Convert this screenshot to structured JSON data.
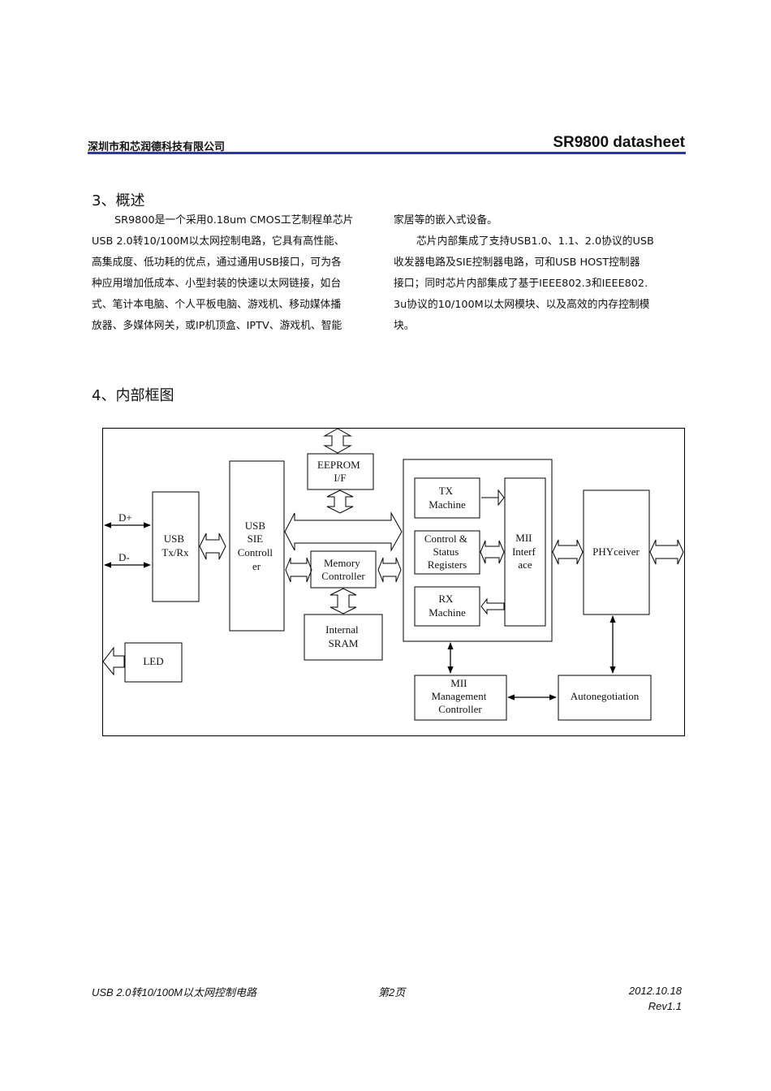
{
  "header": {
    "company": "深圳市和芯润德科技有限公司",
    "title": "SR9800 datasheet"
  },
  "section3": {
    "heading": "3、概述",
    "left_lines": [
      "SR9800是一个采用0.18um CMOS工艺制程单芯片",
      "USB 2.0转10/100M以太网控制电路，它具有高性能、",
      "高集成度、低功耗的优点，通过通用USB接口，可为各",
      "种应用增加低成本、小型封装的快速以太网链接，如台",
      "式、笔计本电脑、个人平板电脑、游戏机、移动媒体播",
      "放器、多媒体网关，或IP机顶盒、IPTV、游戏机、智能"
    ],
    "right_lines": [
      "家居等的嵌入式设备。",
      "芯片内部集成了支持USB1.0、1.1、2.0协议的USB",
      "收发器电路及SIE控制器电路，可和USB HOST控制器",
      "接口；同时芯片内部集成了基于IEEE802.3和IEEE802.",
      "3u协议的10/100M以太网模块、以及高效的内存控制模",
      "块。"
    ]
  },
  "section4": {
    "heading": "4、内部框图"
  },
  "diagram": {
    "pin_dplus": "D+",
    "pin_dminus": "D-",
    "usb_txrx": [
      "USB",
      "Tx/Rx"
    ],
    "usb_sie": [
      "USB",
      "SIE",
      "Controll",
      "er"
    ],
    "eeprom": [
      "EEPROM",
      "I/F"
    ],
    "memory": [
      "Memory",
      "Controller"
    ],
    "sram": [
      "Internal",
      "SRAM"
    ],
    "tx": [
      "TX",
      "Machine"
    ],
    "control": [
      "Control &",
      "Status",
      "Registers"
    ],
    "rx": [
      "RX",
      "Machine"
    ],
    "mii_if": [
      "MII",
      "Interf",
      "ace"
    ],
    "phy": "PHYceiver",
    "led": "LED",
    "mii_mgmt": [
      "MII",
      "Management",
      "Controller"
    ],
    "autoneg": "Autonegotiation"
  },
  "footer": {
    "left": "USB 2.0转10/100M以太网控制电路",
    "center": "第2页",
    "date": "2012.10.18",
    "rev": "Rev1.1"
  }
}
